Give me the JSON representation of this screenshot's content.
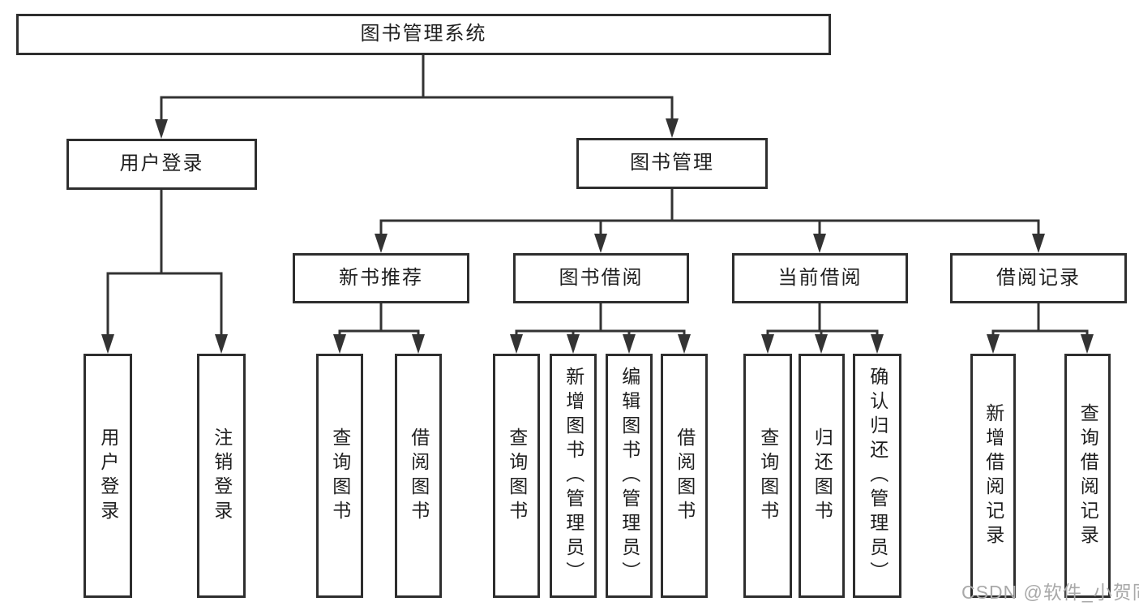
{
  "colors": {
    "line": "#333333",
    "box_border": "#2e2e2e",
    "text": "#1f1f1f",
    "watermark": "#a9a9a9",
    "background": "#ffffff"
  },
  "watermark": {
    "text": "CSDN @软件_小贺同学"
  },
  "tree": {
    "root": {
      "label": "图书管理系统",
      "children": [
        {
          "label": "用户登录",
          "children": [
            {
              "label": "用户登录"
            },
            {
              "label": "注销登录"
            }
          ]
        },
        {
          "label": "图书管理",
          "children": [
            {
              "label": "新书推荐",
              "children": [
                {
                  "label": "查询图书"
                },
                {
                  "label": "借阅图书"
                }
              ]
            },
            {
              "label": "图书借阅",
              "children": [
                {
                  "label": "查询图书"
                },
                {
                  "label": "新增图书（管理员）"
                },
                {
                  "label": "编辑图书（管理员）"
                },
                {
                  "label": "借阅图书"
                }
              ]
            },
            {
              "label": "当前借阅",
              "children": [
                {
                  "label": "查询图书"
                },
                {
                  "label": "归还图书"
                },
                {
                  "label": "确认归还（管理员）"
                }
              ]
            },
            {
              "label": "借阅记录",
              "children": [
                {
                  "label": "新增借阅记录"
                },
                {
                  "label": "查询借阅记录"
                }
              ]
            }
          ]
        }
      ]
    }
  }
}
